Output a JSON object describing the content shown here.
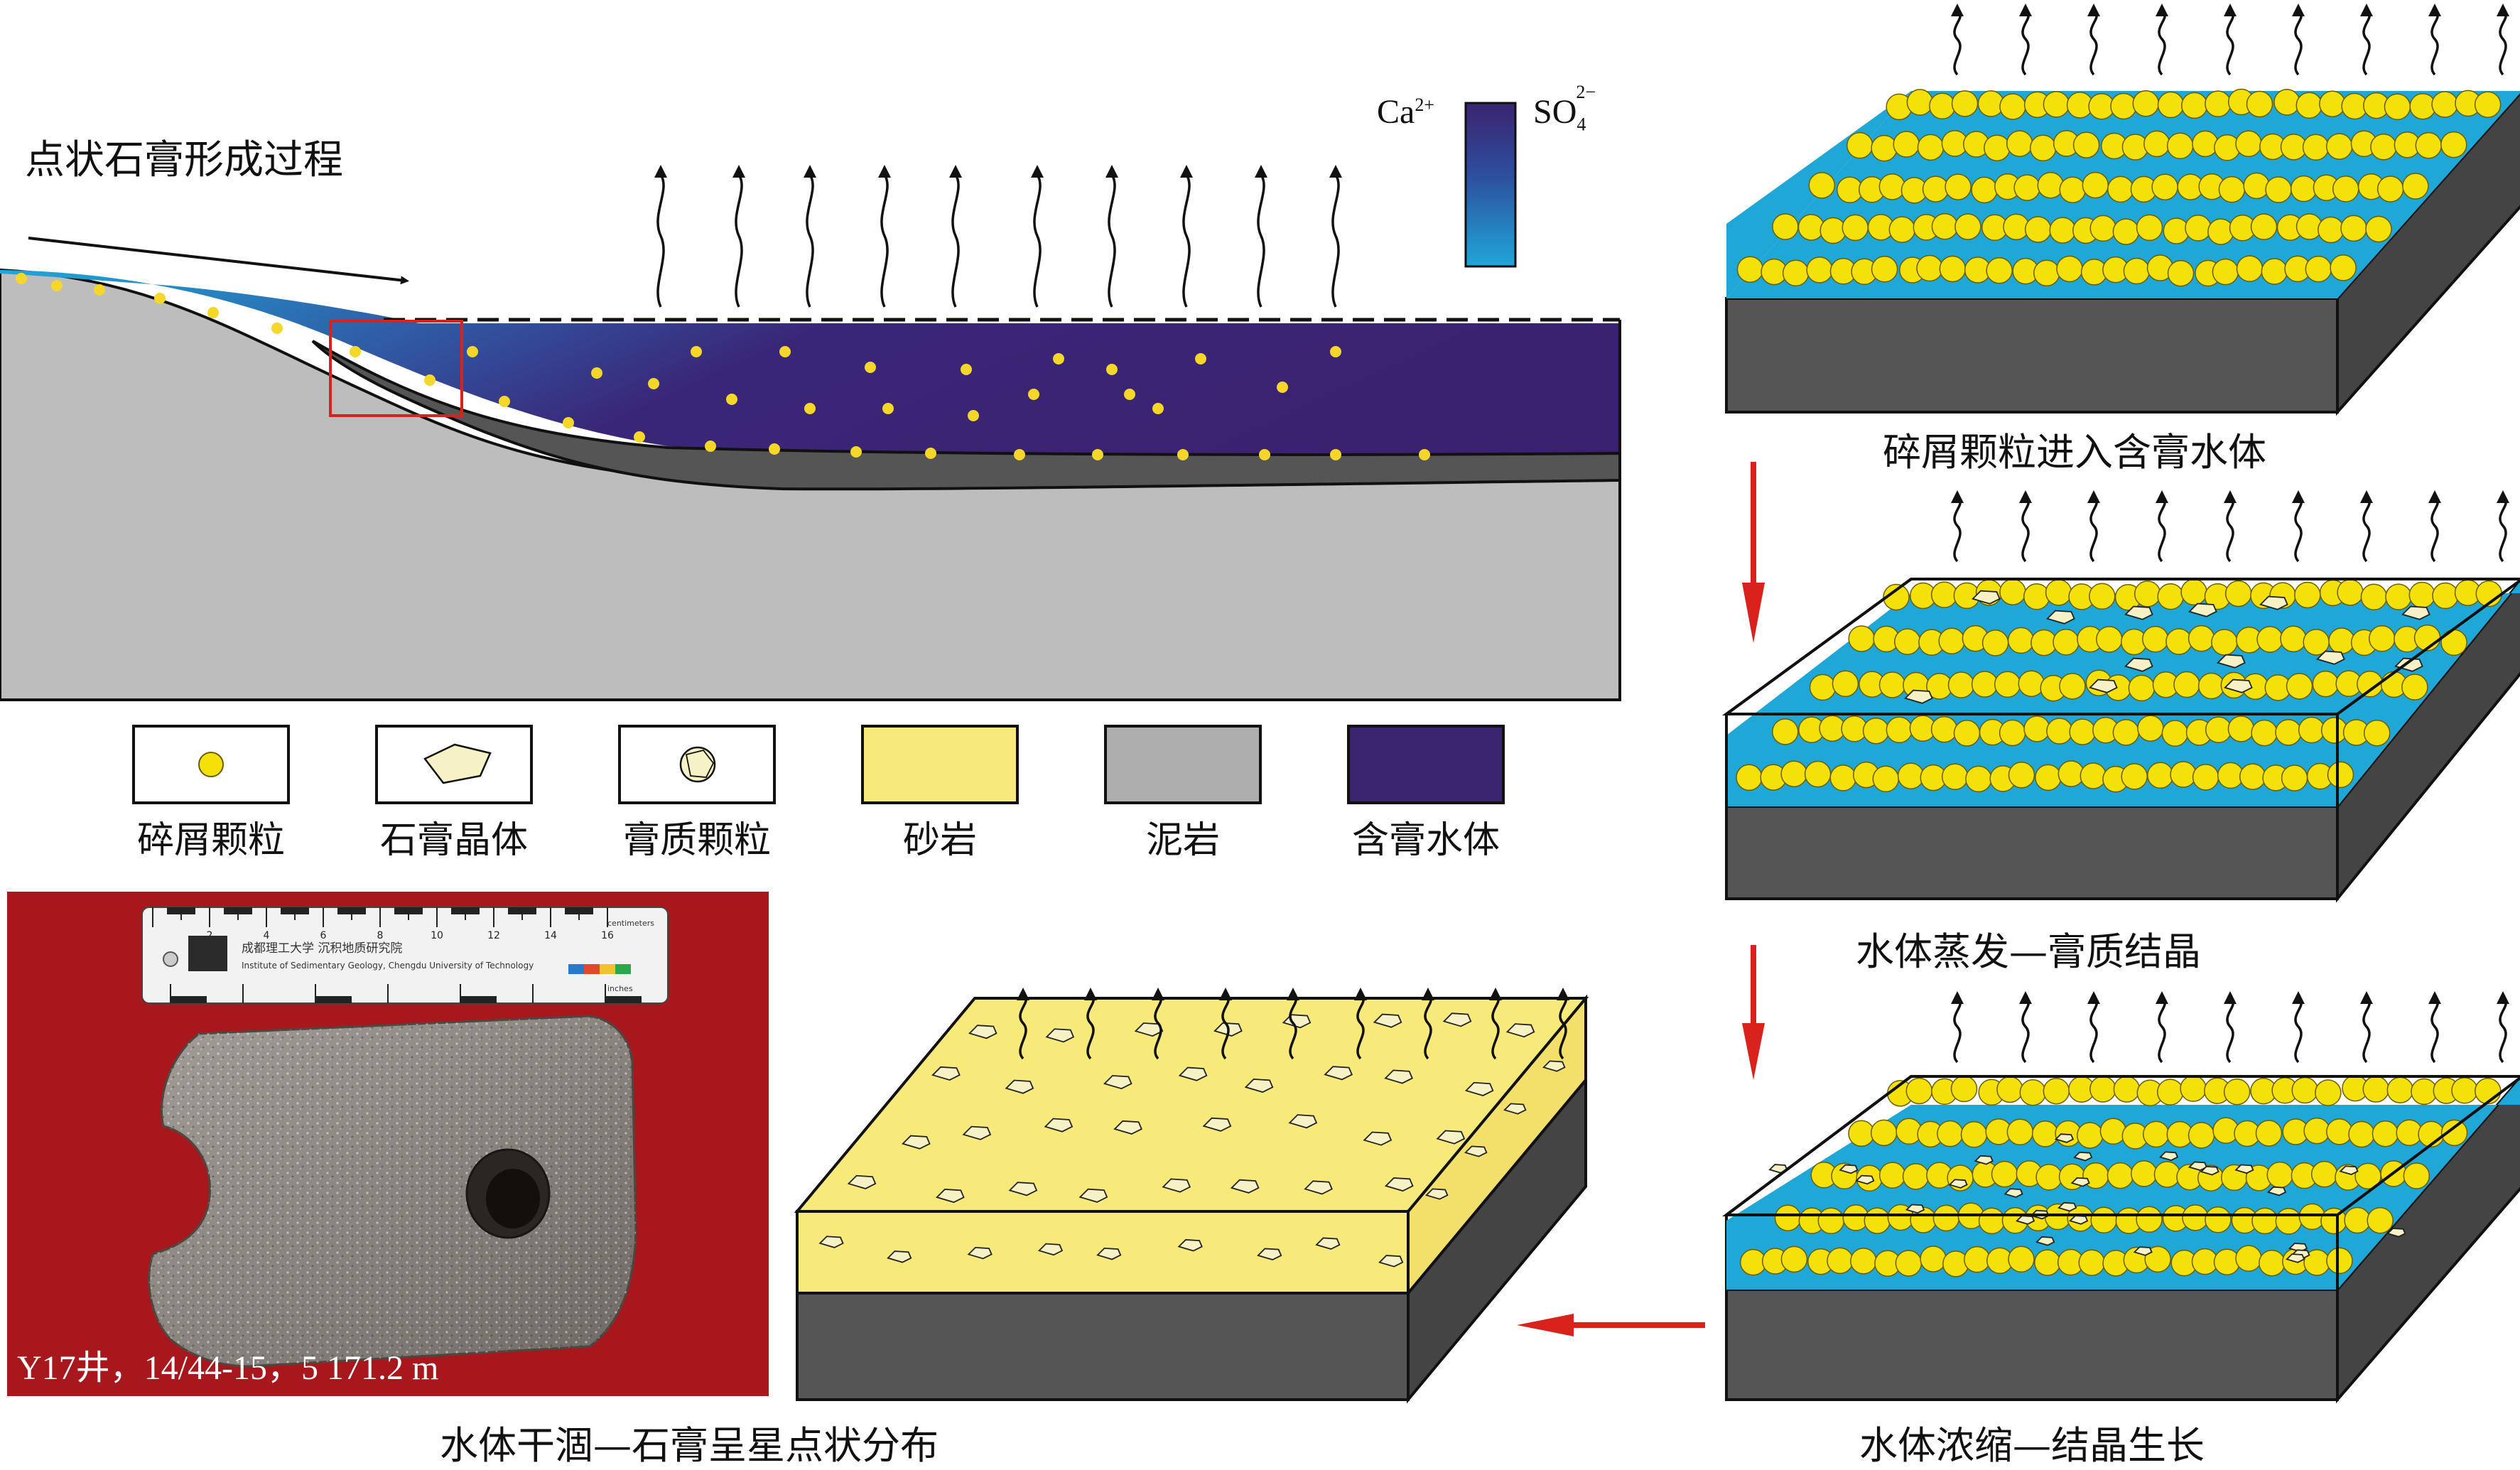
{
  "title": "点状石膏形成过程",
  "ions": {
    "ca": "Ca",
    "ca_charge": "2+",
    "so": "SO",
    "so_sub": "4",
    "so_charge": "2−"
  },
  "legend": [
    {
      "label": "碎屑颗粒"
    },
    {
      "label": "石膏晶体"
    },
    {
      "label": "膏质颗粒"
    },
    {
      "label": "砂岩"
    },
    {
      "label": "泥岩"
    },
    {
      "label": "含膏水体"
    }
  ],
  "captions": {
    "step1": "碎屑颗粒进入含膏水体",
    "step2": "水体蒸发—膏质结晶",
    "step3": "水体浓缩—结晶生长",
    "step4": "水体干涸—石膏呈星点状分布"
  },
  "photo": {
    "well_label": "Y17井，14/44-15，5 171.2 m",
    "ruler_text_1": "成都理工大学 沉积地质研究院",
    "ruler_text_2": "Institute of Sedimentary Geology, Chengdu University of Technology",
    "ruler_units": "centimeters",
    "ruler_units_2": "inches",
    "ruler_cm": [
      "2",
      "4",
      "6",
      "8",
      "10",
      "12",
      "14",
      "16"
    ]
  },
  "colors": {
    "water_deep": "#3a2470",
    "water_shallow": "#1fa7d8",
    "mudstone_light": "#bdbdbd",
    "mudstone_dark": "#555555",
    "grain": "#f5e10a",
    "gypsum": "#f7f1c6",
    "sandstone": "#f7e97a",
    "arrow_red": "#d9221c",
    "photo_background": "#b1191d"
  }
}
